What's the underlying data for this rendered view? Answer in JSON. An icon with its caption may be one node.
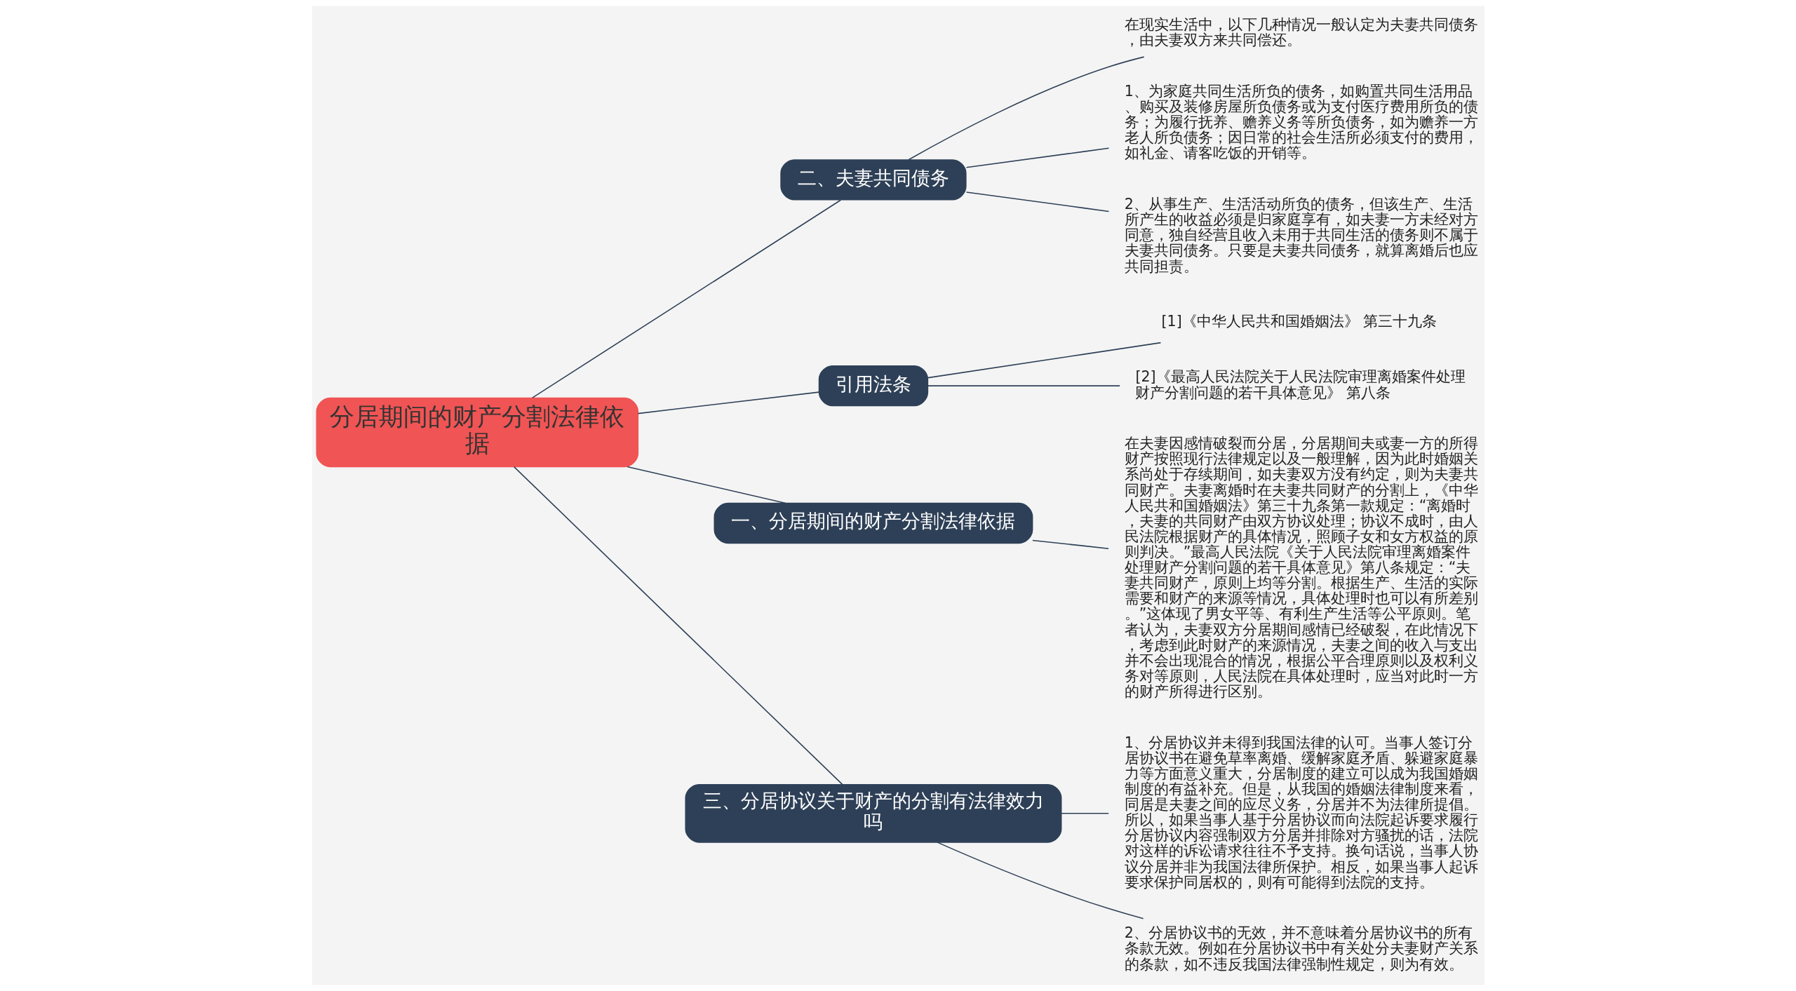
{
  "diagram": {
    "nodes": [
      {
        "text": [
          "分居期间的财产分割法律依据"
        ]
      },
      {
        "text": [
          "二、夫妻共同债务"
        ]
      },
      {
        "text": [
          "在现实生活中，以下几种情况一般认定为夫妻共同债务，由夫妻双方来共同偿还。"
        ]
      },
      {
        "text": [
          "1、为家庭共同生活所负的债务，如购置共同生活用品、购买及装修房屋所负债务或为支付医疗费用所负的债务；为履行抚养、赡养义务等所负债务，如为赡养一方老人所负债务；因日常的社会生活所必须支付的费用，如礼金、请客吃饭的开销等。"
        ]
      },
      {
        "text": [
          "2、从事生产、生活活动所负的债务，但该生产、生活所产生的收益必须是归家庭享有，如夫妻一方未经对方同意，独自经营且收入未用于共同生活的债务则不属于夫妻共同债务。只要是夫妻共同债务，就算离婚后也应共同担责。"
        ]
      },
      {
        "text": [
          "引用法条"
        ]
      },
      {
        "text": [
          "[1]《中华人民共和国婚姻法》 第三十九条"
        ]
      },
      {
        "text": [
          "[2]《最高人民法院关于人民法院审理离婚案件处理财产分割问题的若干具体意见》 第八条"
        ]
      },
      {
        "text": [
          "一、分居期间的财产分割法律依据"
        ]
      },
      {
        "text": [
          "在夫妻因感情破裂而分居，分居期间夫或妻一方的所得财产按照现行法律规定以及一般理解，因为此时婚姻关系尚处于存续期间，如夫妻双方没有约定，则为夫妻共同财产。夫妻离婚时在夫妻共同财产的分割上，《中华人民共和国婚姻法》第三十九条第一款规定：“离婚时，夫妻的共同财产由双方协议处理；协议不成时，由人民法院根据财产的具体情况，照顾子女和女方权益的原则判决。”最高人民法院《关于人民法院审理离婚案件处理财产分割问题的若干具体意见》第八条规定：“夫妻共同财产，原则上均等分割。根据生产、生活的实际需要和财产的来源等情况，具体处理时也可以有所差别。”这体现了男女平等、有利生产生活等公平原则。笔者认为，夫妻双方分居期间感情已经破裂，在此情况下，考虑到此时财产的来源情况，夫妻之间的收入与支出并不会出现混合的情况，根据公平合理原则以及权利义务对等原则，人民法院在具体处理时，应当对此时一方的财产所得进行区别。"
        ]
      },
      {
        "text": [
          "三、分居协议关于财产的分割有法律效力吗"
        ]
      },
      {
        "text": [
          "1、分居协议并未得到我国法律的认可。当事人签订分居协议书在避免草率离婚、缓解家庭矛盾、躲避家庭暴力等方面意义重大，分居制度的建立可以成为我国婚姻制度的有益补充。但是，从我国的婚姻法律制度来看，同居是夫妻之间的应尽义务，分居并不为法律所提倡。所以，如果当事人基于分居协议而向法院起诉要求履行分居协议内容强制双方分居并排除对方骚扰的话，法院对这样的诉讼请求往往不予支持。换句话说，当事人协议分居并非为我国法律所保护。相反，如果当事人起诉要求保护同居权的，则有可能得到法院的支持。"
        ]
      },
      {
        "text": [
          "2、分居协议书的无效，并不意味着分居协议书的所有条款无效。例如在分居协议书中有关处分夫妻财产关系的条款，如不违反我国法律强制性规定，则为有效。"
        ]
      }
    ],
    "edges": [
      {
        "from": 0,
        "to": 1,
        "arrow": "none"
      },
      {
        "from": 1,
        "to": 2,
        "arrow": "none"
      },
      {
        "from": 1,
        "to": 3,
        "arrow": "none"
      },
      {
        "from": 1,
        "to": 4,
        "arrow": "none"
      },
      {
        "from": 0,
        "to": 5,
        "arrow": "none"
      },
      {
        "from": 5,
        "to": 6,
        "arrow": "none"
      },
      {
        "from": 5,
        "to": 7,
        "arrow": "none"
      },
      {
        "from": 0,
        "to": 8,
        "arrow": "none"
      },
      {
        "from": 8,
        "to": 9,
        "arrow": "none"
      },
      {
        "from": 0,
        "to": 10,
        "arrow": "none"
      },
      {
        "from": 10,
        "to": 11,
        "arrow": "none"
      },
      {
        "from": 10,
        "to": 12,
        "arrow": "none"
      }
    ]
  }
}
